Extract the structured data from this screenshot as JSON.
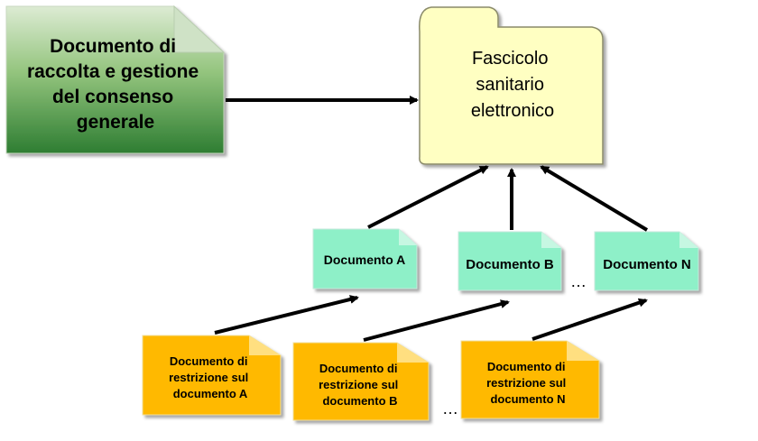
{
  "consent_doc": {
    "lines": [
      "Documento di",
      "raccolta e gestione",
      "del consenso",
      "generale"
    ]
  },
  "folder": {
    "lines": [
      "Fascicolo",
      "sanitario",
      "elettronico"
    ]
  },
  "documents": {
    "a": "Documento A",
    "b": "Documento B",
    "n": "Documento N"
  },
  "restrictions": {
    "a": [
      "Documento di",
      "restrizione  sul",
      "documento A"
    ],
    "b": [
      "Documento di",
      "restrizione  sul",
      "documento B"
    ],
    "n": [
      "Documento di",
      "restrizione  sul",
      "documento N"
    ]
  },
  "ellipsis_top": "…",
  "ellipsis_bottom": "…"
}
